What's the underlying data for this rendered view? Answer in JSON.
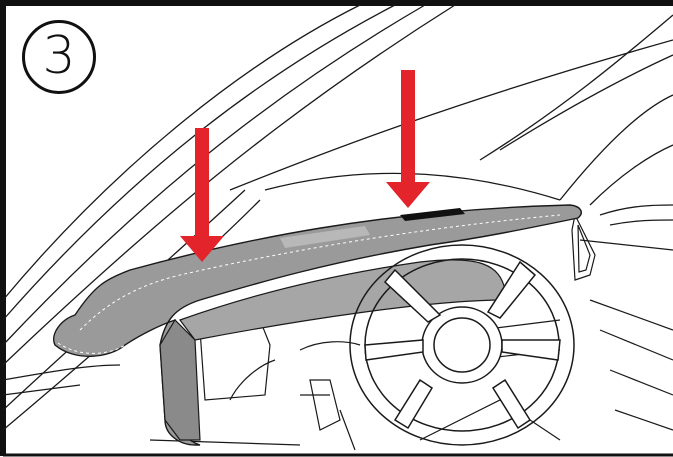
{
  "step": {
    "number": "3"
  },
  "illustration": {
    "subject": "dashboard-cover-on-car-dashboard",
    "arrow_count": 2,
    "colors": {
      "arrow": "#e3242b",
      "cover": "#9a9a9a",
      "cover_dark": "#8a8a8a",
      "line": "#1a1a1a",
      "border": "#111111",
      "background": "#ffffff"
    }
  }
}
